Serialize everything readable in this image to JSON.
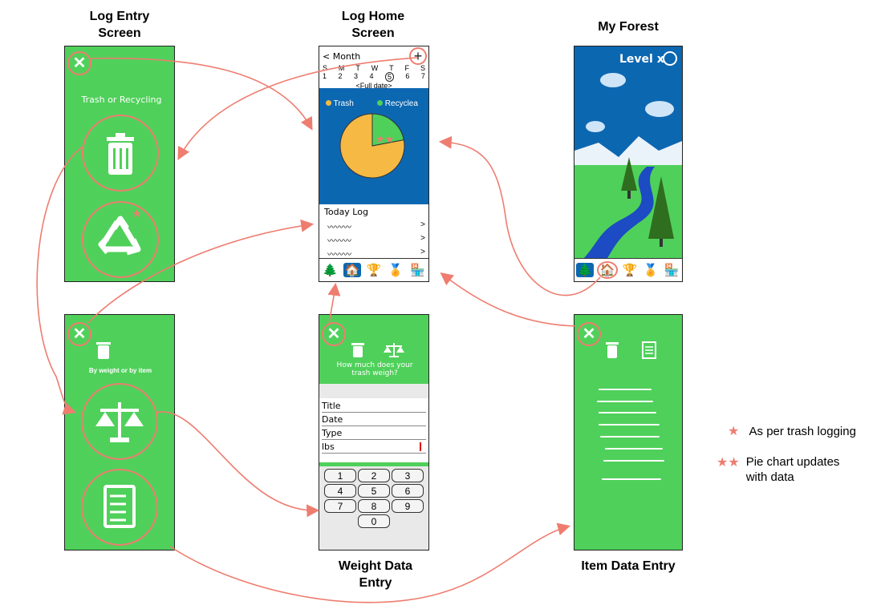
{
  "titles": {
    "log_entry": "Log Entry\nScreen",
    "log_home": "Log Home\nScreen",
    "my_forest": "My Forest",
    "weight_entry": "Weight Data\nEntry",
    "item_entry": "Item Data Entry"
  },
  "log_entry_screen": {
    "close": "✕",
    "heading": "Trash or Recycling"
  },
  "log_home_screen": {
    "month_label": "< Month",
    "plus": "+",
    "weekdays": [
      "S",
      "M",
      "T",
      "W",
      "T",
      "F",
      "S"
    ],
    "dates": [
      "1",
      "2",
      "3",
      "4",
      "5",
      "6",
      "7"
    ],
    "full_date": "<Full date>",
    "legend_trash": "Trash",
    "legend_recycle": "Recyclea",
    "today_log": "Today Log",
    "log_rows": [
      "〰〰〰",
      "〰〰〰",
      "〰〰〰"
    ],
    "chevron": ">",
    "pie": {
      "trash_fraction": 0.78,
      "recycle_fraction": 0.22
    }
  },
  "my_forest_screen": {
    "level": "Level x"
  },
  "log_choice_screen": {
    "close": "✕",
    "heading": "By weight or by item"
  },
  "weight_screen": {
    "close": "✕",
    "question": "How much does your\ntrash weigh?",
    "fields": [
      "Title",
      "Date",
      "Type",
      "lbs"
    ],
    "keys": [
      "1",
      "2",
      "3",
      "4",
      "5",
      "6",
      "7",
      "8",
      "9",
      "0"
    ]
  },
  "item_screen": {
    "close": "✕"
  },
  "tabs": [
    "🌲",
    "🏠",
    "🏆",
    "🏅",
    "🏪"
  ],
  "legend": {
    "single_star": "★",
    "single_text": "As per trash logging",
    "double_star": "★★",
    "double_text": "Pie chart updates\nwith data"
  },
  "colors": {
    "green": "#4fd05a",
    "blue": "#0c67b1",
    "arrow": "#ee7d70",
    "trash": "#f6b944",
    "recycle": "#4fd05a"
  }
}
